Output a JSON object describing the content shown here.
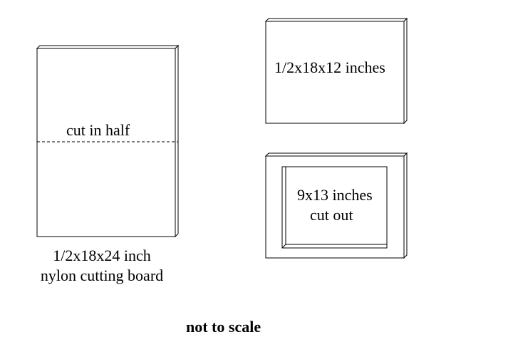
{
  "labels": {
    "cut_line": "cut in half",
    "top_piece": "1/2x18x12 inches",
    "cutout_line1": "9x13 inches",
    "cutout_line2": "cut out",
    "board_line1": "1/2x18x24 inch",
    "board_line2": "nylon cutting board",
    "footer_note": "not to scale"
  },
  "colors": {
    "stroke": "#000000",
    "fill": "#ffffff"
  }
}
